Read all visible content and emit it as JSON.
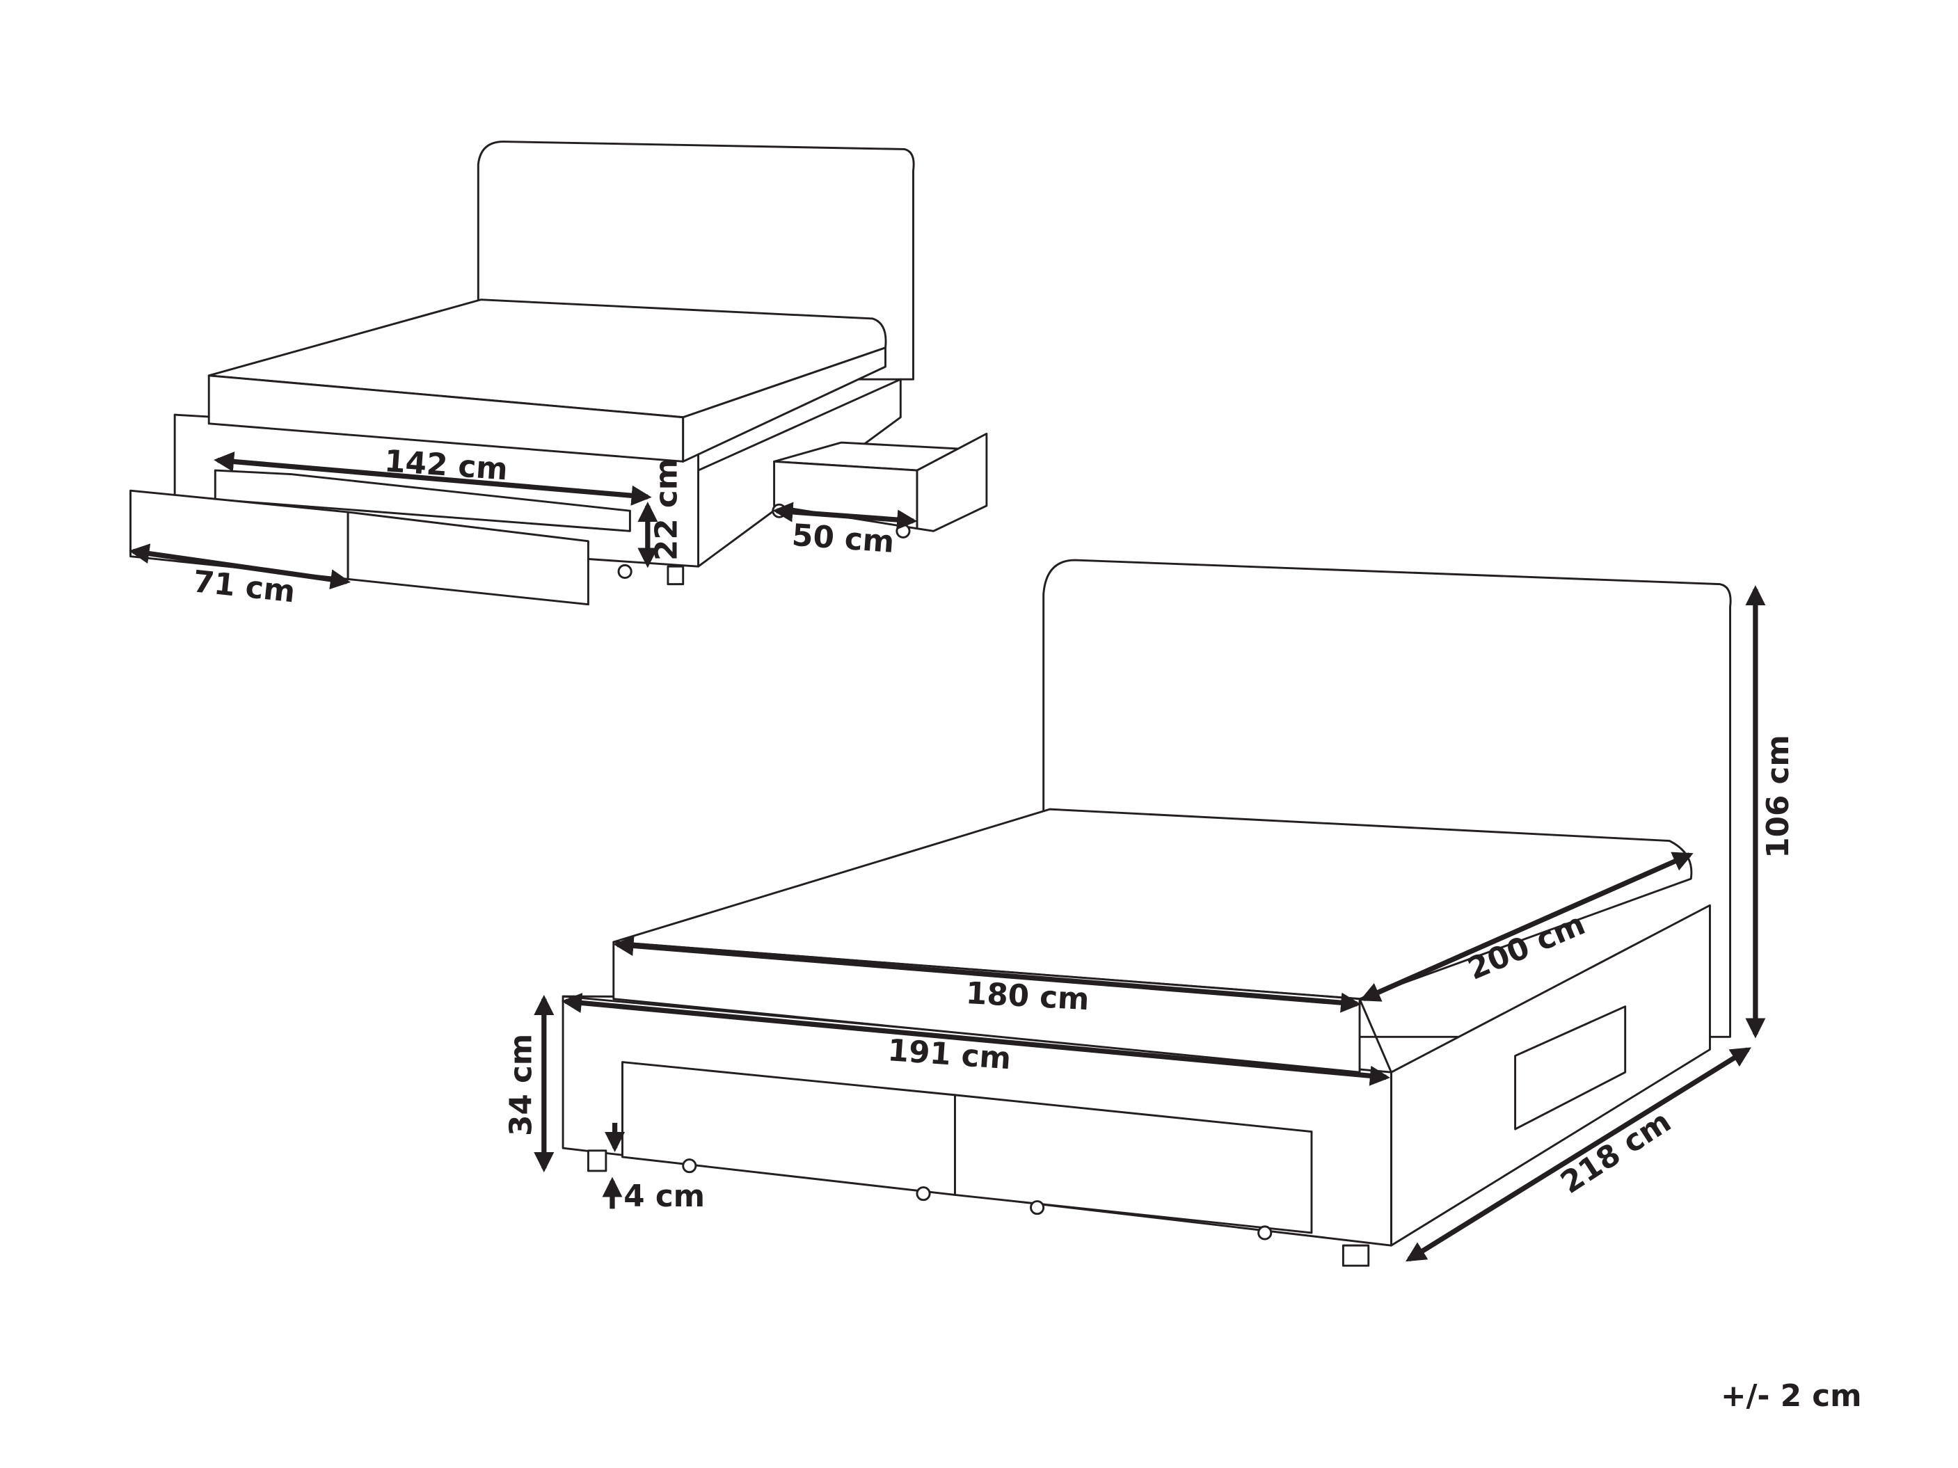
{
  "title": "Bed with storage drawers – dimensions",
  "small_view": {
    "width_label": "142 cm",
    "drawer_height_label": "22 cm",
    "side_drawer_label": "50 cm",
    "front_drawer_label": "71 cm"
  },
  "large_view": {
    "mattress_width_label": "180 cm",
    "mattress_length_label": "200 cm",
    "height_label": "106 cm",
    "frame_width_label": "191 cm",
    "frame_height_label": "34 cm",
    "clearance_label": "4 cm",
    "length_label": "218 cm"
  },
  "tolerance_label": "+/- 2 cm",
  "colors": {
    "line": "#231f20",
    "background": "#ffffff"
  }
}
